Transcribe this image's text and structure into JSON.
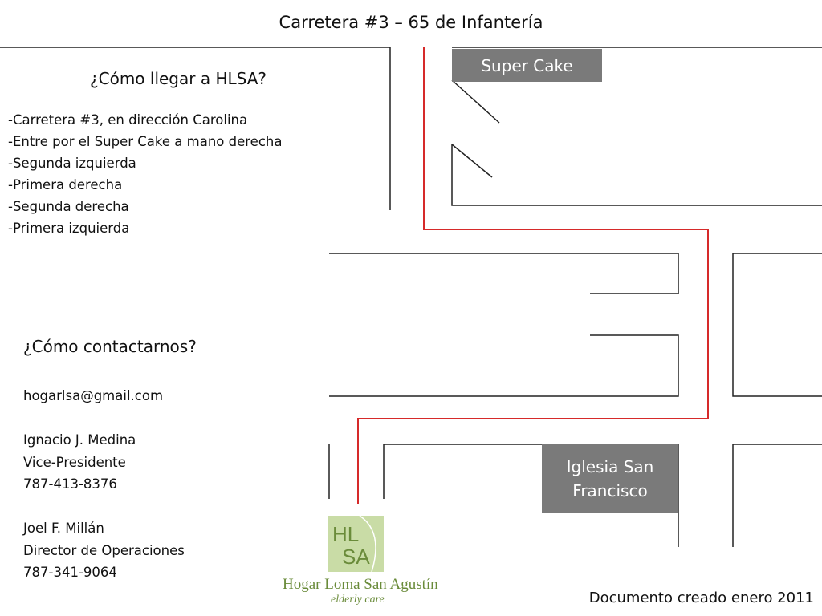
{
  "road_title": "Carretera #3 – 65 de Infantería",
  "directions": {
    "heading": "¿Cómo llegar a HLSA?",
    "steps": [
      "-Carretera #3, en dirección Carolina",
      "-Entre por el Super Cake a mano derecha",
      "-Segunda izquierda",
      "-Primera derecha",
      "-Segunda derecha",
      "-Primera izquierda"
    ]
  },
  "contact": {
    "heading": "¿Cómo contactarnos?",
    "email": "hogarlsa@gmail.com",
    "people": [
      {
        "name": "Ignacio J. Medina",
        "title": "Vice-Presidente",
        "phone": "787-413-8376"
      },
      {
        "name": "Joel F. Millán",
        "title": "Director de Operaciones",
        "phone": "787-341-9064"
      }
    ]
  },
  "landmarks": {
    "super_cake": "Super Cake",
    "iglesia_line1": "Iglesia San",
    "iglesia_line2": "Francisco"
  },
  "logo": {
    "mark_line1": "HL",
    "mark_line2": "SA",
    "name": "Hogar Loma San Agustín",
    "tagline": "elderly care"
  },
  "footer": "Documento creado enero 2011",
  "colors": {
    "route": "#d62a2a",
    "street_lines": "#222222",
    "label_box": "#7a7a7a",
    "logo_green": "#6a8b3a",
    "logo_bg": "#c9dca6"
  }
}
